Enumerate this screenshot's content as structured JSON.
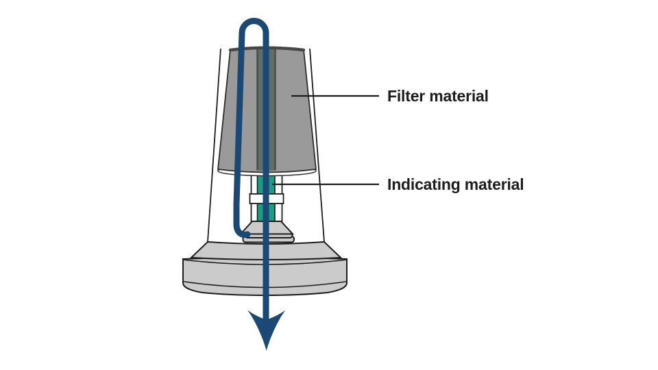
{
  "diagram": {
    "labels": [
      {
        "text": "Filter material"
      },
      {
        "text": "Indicating material"
      }
    ],
    "flow_arrow": {
      "icon": "down-arrow-icon",
      "direction": "down"
    },
    "colors": {
      "filter_gray": "#9a9a9a",
      "filter_top_edge": "#474747",
      "strip_tint": "#5f6e67",
      "strip_edge": "#42504b",
      "indicator_teal": "#1a9c85",
      "flow_blue": "#1b4973",
      "base_gray": "#cbcbcb",
      "outline": "#1c1c1c",
      "label_text": "#1c1c1c",
      "background": "#ffffff"
    }
  }
}
